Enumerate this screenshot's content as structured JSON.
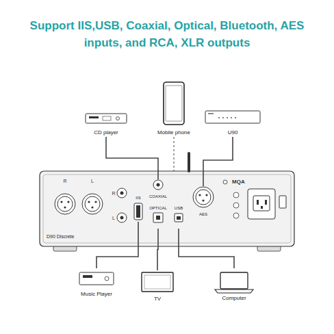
{
  "diagram": {
    "title": "Support IIS,USB, Coaxial, Optical, Bluetooth, AES inputs, and RCA, XLR outputs",
    "nodes": [
      {
        "text": [
          "CD player"
        ]
      },
      {
        "text": [
          "Mobile phone"
        ]
      },
      {
        "text": [
          "U90"
        ]
      },
      {
        "text": [
          "D90 Discrete"
        ]
      },
      {
        "text": [
          "COAXIAL"
        ],
        "in": 3
      },
      {
        "text": [
          "IIS"
        ],
        "in": 3
      },
      {
        "text": [
          "OPTICAL"
        ],
        "in": 3
      },
      {
        "text": [
          "USB"
        ],
        "in": 3
      },
      {
        "text": [
          "AES"
        ],
        "in": 3
      },
      {
        "text": [
          "Music Player"
        ]
      },
      {
        "text": [
          "TV"
        ]
      },
      {
        "text": [
          "Computer"
        ]
      }
    ],
    "edges": [
      {
        "from": 0,
        "to": 4,
        "arrow": "none"
      },
      {
        "from": 1,
        "to": 3,
        "arrow": "none"
      },
      {
        "from": 2,
        "to": 8,
        "arrow": "none"
      },
      {
        "from": 9,
        "to": 5,
        "arrow": "none"
      },
      {
        "from": 10,
        "to": 6,
        "arrow": "none"
      },
      {
        "from": 11,
        "to": 7,
        "arrow": "none"
      }
    ],
    "labels": [
      "R",
      "L",
      "R",
      "L",
      "MQA"
    ]
  }
}
